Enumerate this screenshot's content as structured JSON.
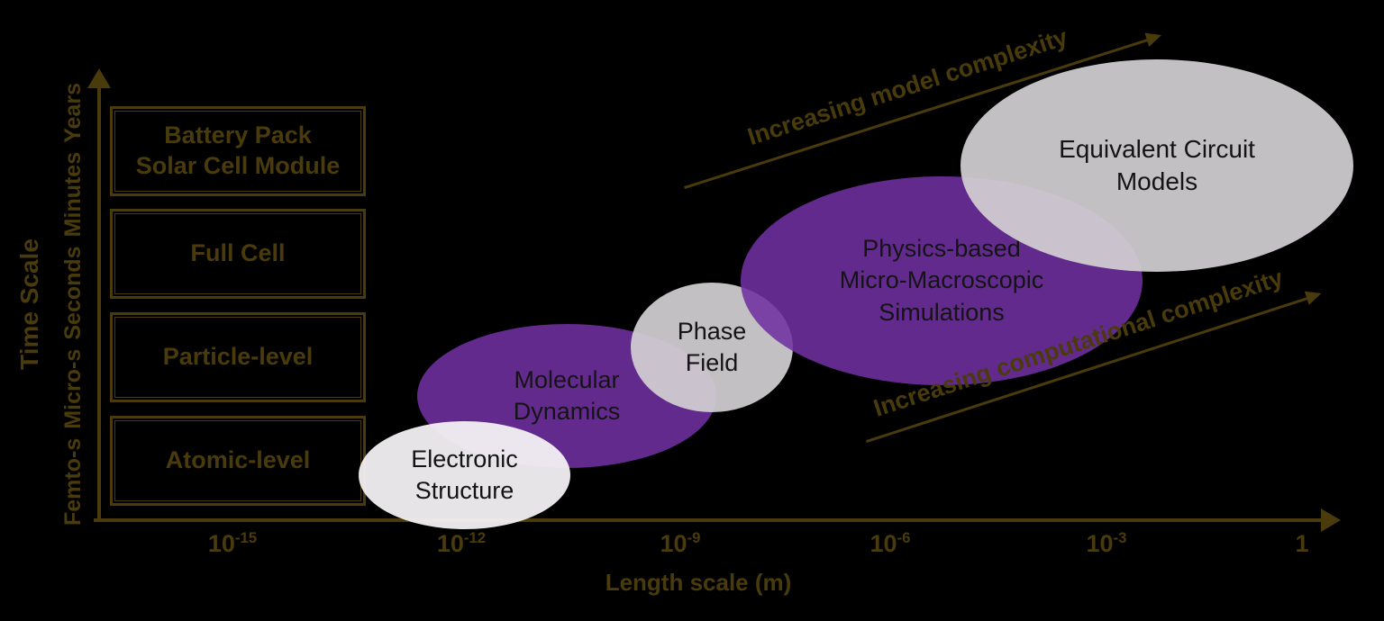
{
  "colors": {
    "background": "#000000",
    "axis": "#4a3b0c",
    "purple": "#7030a0",
    "gray": "#d3d0d3",
    "near_white": "#f4f2f4",
    "label_text": "#141414"
  },
  "y_axis": {
    "title": "Time Scale",
    "tick_labels": [
      "Femto-s",
      "Micro-s",
      "Seconds",
      "Minutes",
      "Years"
    ]
  },
  "x_axis": {
    "title": "Length scale (m)",
    "ticks": [
      {
        "base": "10",
        "exp": "-15"
      },
      {
        "base": "10",
        "exp": "-12"
      },
      {
        "base": "10",
        "exp": "-9"
      },
      {
        "base": "10",
        "exp": "-6"
      },
      {
        "base": "10",
        "exp": "-3"
      },
      {
        "base": "1",
        "exp": ""
      }
    ]
  },
  "scale_boxes": [
    {
      "lines": [
        "Battery Pack",
        "Solar Cell Module"
      ]
    },
    {
      "lines": [
        "Full Cell"
      ]
    },
    {
      "lines": [
        "Particle-level"
      ]
    },
    {
      "lines": [
        "Atomic-level"
      ]
    }
  ],
  "ellipses": [
    {
      "name": "electronic-structure",
      "fill": "white",
      "lines": [
        "Electronic",
        "Structure"
      ]
    },
    {
      "name": "molecular-dynamics",
      "fill": "purple",
      "lines": [
        "Molecular",
        "Dynamics"
      ]
    },
    {
      "name": "phase-field",
      "fill": "gray",
      "lines": [
        "Phase",
        "Field"
      ]
    },
    {
      "name": "physics-based-simulations",
      "fill": "purple",
      "lines": [
        "Physics-based",
        "Micro-Macroscopic",
        "Simulations"
      ]
    },
    {
      "name": "equivalent-circuit-models",
      "fill": "gray",
      "lines": [
        "Equivalent Circuit",
        "Models"
      ]
    }
  ],
  "annotations": {
    "model_complexity": "Increasing model complexity",
    "computational_complexity": "Increasing computational complexity"
  }
}
